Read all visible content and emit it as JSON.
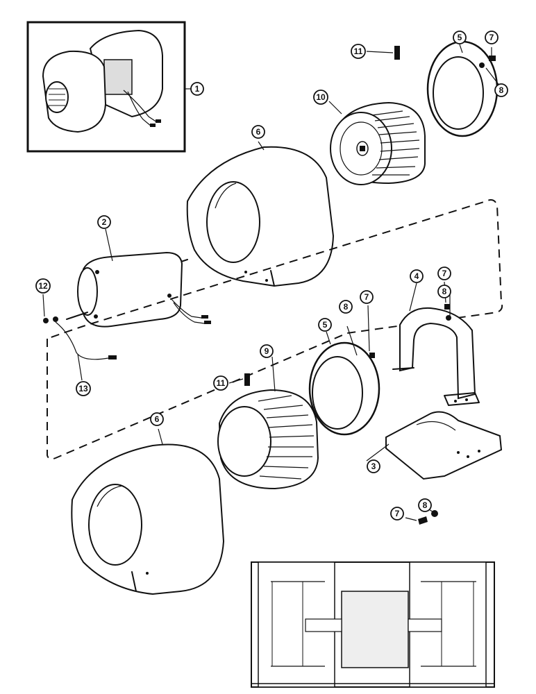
{
  "diagram": {
    "callouts": [
      {
        "id": "c1",
        "label": "1"
      },
      {
        "id": "c2",
        "label": "2"
      },
      {
        "id": "c3",
        "label": "3"
      },
      {
        "id": "c4",
        "label": "4"
      },
      {
        "id": "c5a",
        "label": "5"
      },
      {
        "id": "c5b",
        "label": "5"
      },
      {
        "id": "c6a",
        "label": "6"
      },
      {
        "id": "c6b",
        "label": "6"
      },
      {
        "id": "c7a",
        "label": "7"
      },
      {
        "id": "c7b",
        "label": "7"
      },
      {
        "id": "c7c",
        "label": "7"
      },
      {
        "id": "c7d",
        "label": "7"
      },
      {
        "id": "c8a",
        "label": "8"
      },
      {
        "id": "c8b",
        "label": "8"
      },
      {
        "id": "c8c",
        "label": "8"
      },
      {
        "id": "c8d",
        "label": "8"
      },
      {
        "id": "c9",
        "label": "9"
      },
      {
        "id": "c10",
        "label": "10"
      },
      {
        "id": "c11a",
        "label": "11"
      },
      {
        "id": "c11b",
        "label": "11"
      },
      {
        "id": "c12",
        "label": "12"
      },
      {
        "id": "c13",
        "label": "13"
      }
    ]
  }
}
